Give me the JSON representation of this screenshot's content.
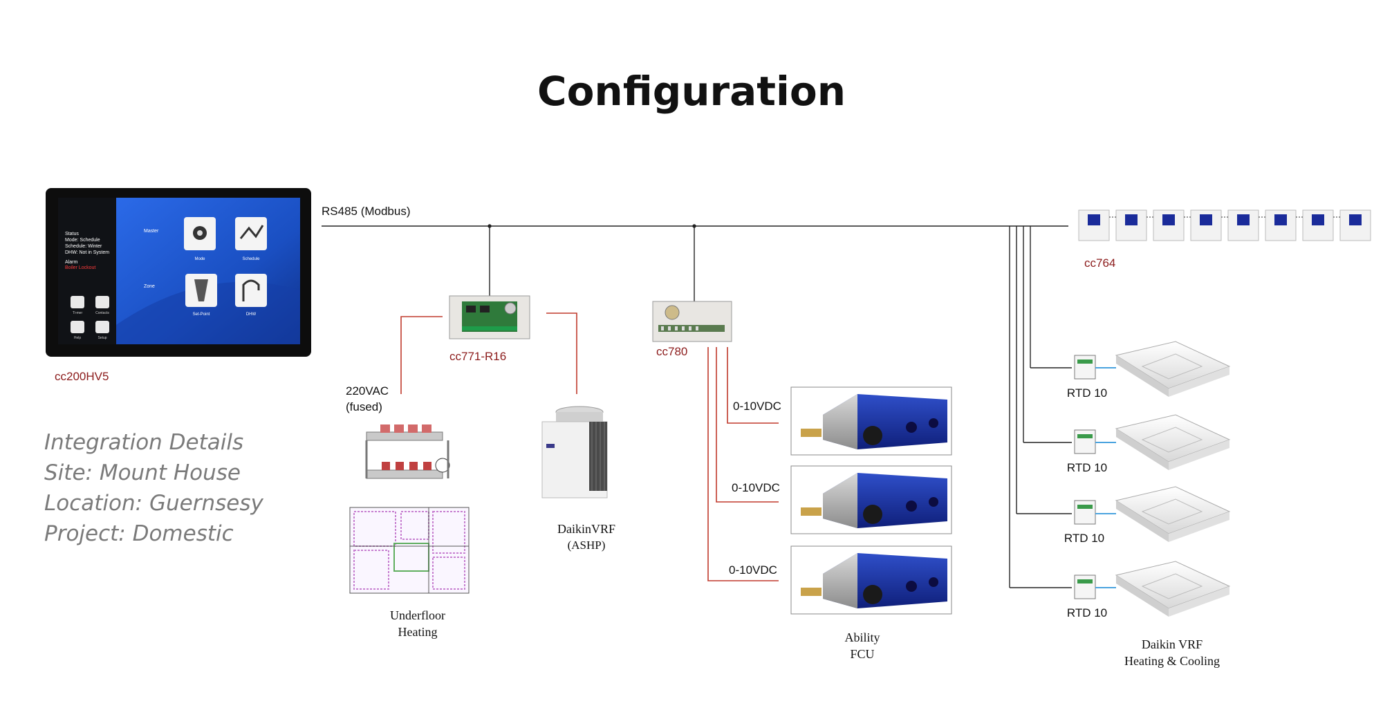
{
  "title": "Configuration",
  "bus_label": "RS485 (Modbus)",
  "devices": {
    "touchscreen": "cc200HV5",
    "relay": "cc771-R16",
    "io": "cc780",
    "thermostats": "cc764"
  },
  "touchscreen_ui": {
    "status_title": "Status",
    "mode": "Mode: Schedule",
    "schedule": "Schedule: Winter",
    "dhw": "DHW: Not in System",
    "alarm_title": "Alarm",
    "alarm_text": "Boiler Lockout",
    "master_label": "Master",
    "zone_label": "Zone",
    "tile_mode": "Mode",
    "tile_schedule": "Schedule",
    "tile_setpoint": "Set-Point",
    "tile_dhw": "DHW",
    "btn_1": "Ti-mer",
    "btn_2": "Contacts",
    "btn_3": "Help",
    "btn_4": "Setup"
  },
  "labels": {
    "supply_1": "220VAC",
    "supply_2": "(fused)",
    "ufh_1": "Underfloor",
    "ufh_2": "Heating",
    "ashp_1": "DaikinVRF",
    "ashp_2": "(ASHP)",
    "vdc": "0-10VDC",
    "fcu_1": "Ability",
    "fcu_2": "FCU",
    "rtd": "RTD 10",
    "vrf_1": "Daikin VRF",
    "vrf_2": "Heating & Cooling"
  },
  "details": {
    "line1": "Integration Details",
    "line2": "Site: Mount House",
    "line3": "Location:  Guernsesy",
    "line4": "Project: Domestic"
  },
  "colors": {
    "signal_red": "#c0392b",
    "label_red": "#8b1a1a",
    "screen_blue": "#1d56c9"
  }
}
